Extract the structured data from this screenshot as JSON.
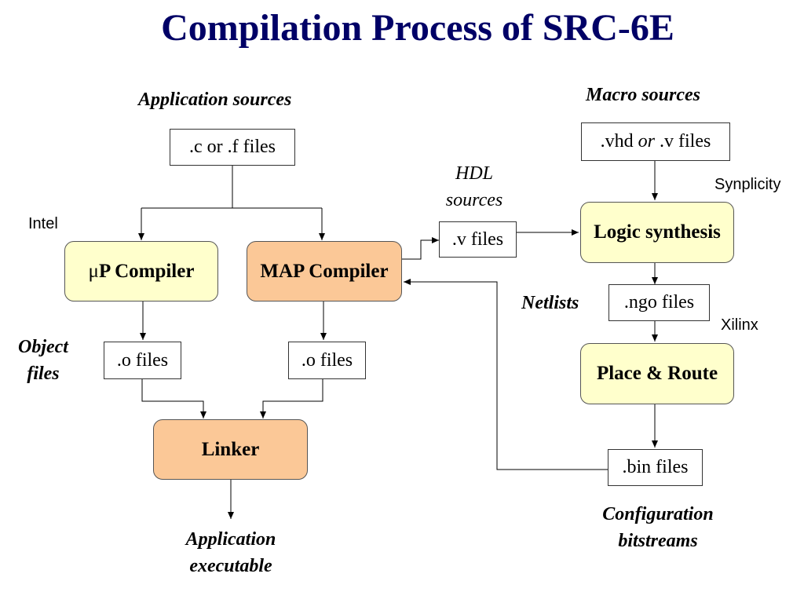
{
  "title": "Compilation Process of SRC-6E",
  "labels": {
    "application_sources": "Application sources",
    "macro_sources": "Macro sources",
    "hdl_sources_1": "HDL",
    "hdl_sources_2": "sources",
    "netlists": "Netlists",
    "object_files_1": "Object",
    "object_files_2": "files",
    "application_executable_1": "Application",
    "application_executable_2": "executable",
    "configuration_bitstreams_1": "Configuration",
    "configuration_bitstreams_2": "bitstreams"
  },
  "tools": {
    "intel": "Intel",
    "synplicity": "Synplicity",
    "xilinx": "Xilinx"
  },
  "files": {
    "c_or_f": ".c or .f  files",
    "vhd_part1": ".vhd ",
    "vhd_or": "or",
    "vhd_part2": " .v files",
    "v_files": ".v files",
    "ngo_files": ".ngo files",
    "o_files_left": ".o files",
    "o_files_right": ".o files",
    "bin_files": ".bin files"
  },
  "processes": {
    "up_compiler_mu": "μ",
    "up_compiler_rest": "P Compiler",
    "map_compiler": "MAP Compiler",
    "linker": "Linker",
    "logic_synthesis": "Logic synthesis",
    "place_route": "Place & Route"
  },
  "colors": {
    "title": "#000066",
    "yellow_box": "#ffffcc",
    "orange_box": "#fbc897"
  }
}
